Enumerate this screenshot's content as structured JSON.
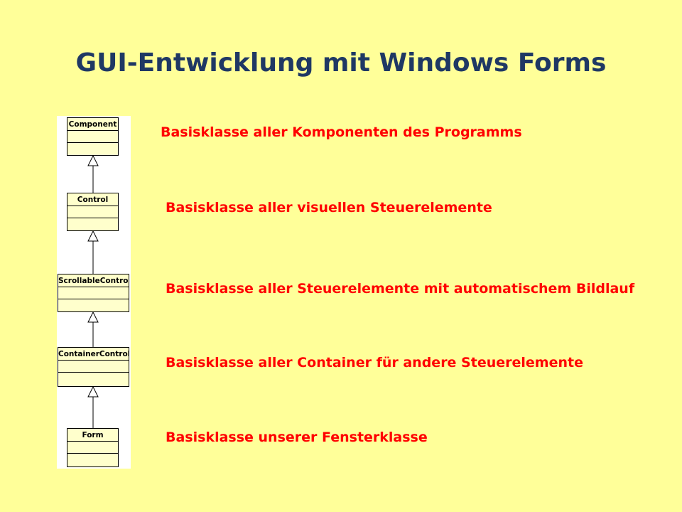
{
  "title": "GUI-Entwicklung mit Windows Forms",
  "colors": {
    "background": "#FFFF99",
    "title": "#1F3864",
    "description": "#FF0000",
    "class_fill": "#FFFFCC",
    "line": "#000000"
  },
  "classes": [
    {
      "name": "Component"
    },
    {
      "name": "Control"
    },
    {
      "name": "ScrollableControl"
    },
    {
      "name": "ContainerControl"
    },
    {
      "name": "Form"
    }
  ],
  "descriptions": [
    "Basisklasse aller Komponenten des Programms",
    "Basisklasse aller visuellen Steuerelemente",
    "Basisklasse aller Steuerelemente mit automatischem Bildlauf",
    "Basisklasse aller Container für andere Steuerelemente",
    "Basisklasse unserer Fensterklasse"
  ]
}
